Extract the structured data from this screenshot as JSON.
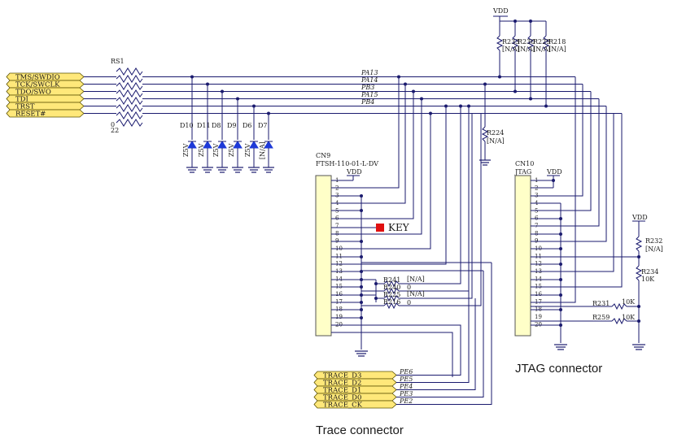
{
  "left_ports": [
    "TMS/SWDIO",
    "TCK/SWCLK",
    "TDO/SWO",
    "TDI",
    "TRST",
    "RESET#"
  ],
  "rs1": {
    "ref": "RS1",
    "value": "22",
    "marker": "0"
  },
  "diodes": [
    "D10",
    "D11",
    "D8",
    "D9",
    "D6",
    "D7"
  ],
  "diode_values": [
    "Z5V",
    "Z5V",
    "Z5V",
    "Z5V",
    "Z5V",
    "[N/A]"
  ],
  "net_labels": [
    "PA13",
    "PA14",
    "PB3",
    "PA15",
    "PB4"
  ],
  "vdd": "VDD",
  "top_resistors": {
    "refs": [
      "R233",
      "R230",
      "R229",
      "R218"
    ],
    "values": [
      "[N/A]",
      "[N/A]",
      "[N/A]",
      "[N/A]"
    ]
  },
  "r224": {
    "ref": "R224",
    "value": "[N/A]"
  },
  "cn9": {
    "ref": "CN9",
    "part": "FTSH-110-01-L-DV",
    "supply": "VDD",
    "pins": [
      "1",
      "2",
      "3",
      "4",
      "5",
      "6",
      "7",
      "8",
      "9",
      "10",
      "11",
      "12",
      "13",
      "14",
      "15",
      "16",
      "17",
      "18",
      "19",
      "20"
    ]
  },
  "key_label": "KEY",
  "cn9_resistors": {
    "refs": [
      "R241",
      "R240",
      "R225",
      "R216"
    ],
    "values": [
      "[N/A]",
      "0",
      "[N/A]",
      "0"
    ]
  },
  "cn10": {
    "ref": "CN10",
    "part": "JTAG",
    "supply": "VDD",
    "pins": [
      "1",
      "2",
      "3",
      "4",
      "5",
      "6",
      "7",
      "8",
      "9",
      "10",
      "11",
      "12",
      "13",
      "14",
      "15",
      "16",
      "17",
      "18",
      "19",
      "20"
    ]
  },
  "right_resistors": {
    "r232": {
      "ref": "R232",
      "value": "[N/A]"
    },
    "r234": {
      "ref": "R234",
      "value": "10K"
    },
    "r231": {
      "ref": "R231",
      "value": "10K"
    },
    "r259": {
      "ref": "R259",
      "value": "10K"
    }
  },
  "trace_ports": [
    "TRACE_D3",
    "TRACE_D2",
    "TRACE_D1",
    "TRACE_D0",
    "TRACE_CK"
  ],
  "trace_nets": [
    "PE6",
    "PE5",
    "PE4",
    "PE3",
    "PE2"
  ],
  "captions": {
    "jtag": "JTAG connector",
    "trace": "Trace connector"
  },
  "colors": {
    "wire": "#1a1a6e",
    "port_fill": "#ffe87a",
    "connector_fill": "#ffffc8",
    "diode": "#1e3ad8",
    "key": "#e01010"
  }
}
